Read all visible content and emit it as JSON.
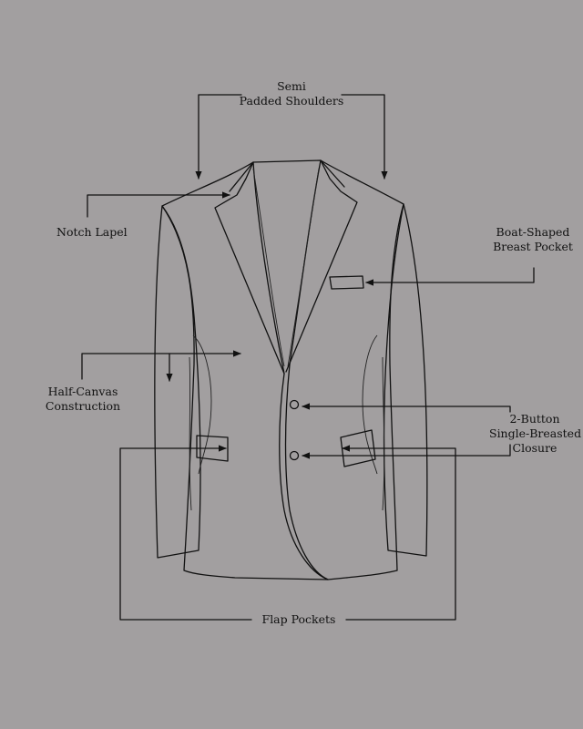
{
  "labels": {
    "shoulders_line1": "Semi",
    "shoulders_line2": "Padded Shoulders",
    "notch_lapel": "Notch Lapel",
    "breast_pocket_line1": "Boat-Shaped",
    "breast_pocket_line2": "Breast Pocket",
    "half_canvas_line1": "Half-Canvas",
    "half_canvas_line2": "Construction",
    "closure_line1": "2-Button",
    "closure_line2": "Single-Breasted",
    "closure_line3": "Closure",
    "flap_pockets": "Flap Pockets"
  },
  "colors": {
    "background": "#a29fa0",
    "line": "#111111"
  }
}
